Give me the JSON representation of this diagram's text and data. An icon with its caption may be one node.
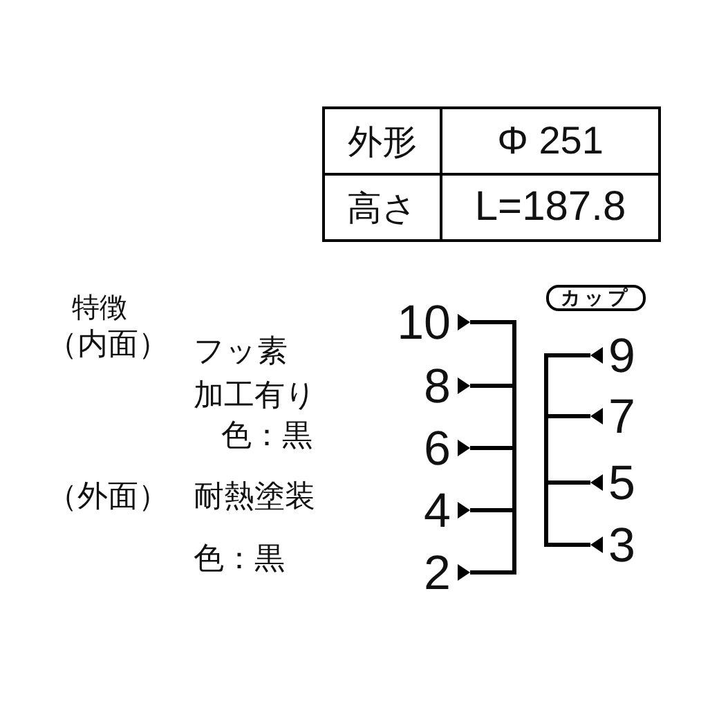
{
  "diagram": {
    "nodes": [
      {
        "text": [
          "カップ"
        ]
      }
    ],
    "labels": [
      "外形",
      "Φ 251",
      "高さ",
      "L=187.8",
      "特徴",
      "（内面）",
      "フッ素加工有り",
      "色：黒",
      "（外面）",
      "耐熱塗装",
      "色：黒",
      "10",
      "8",
      "6",
      "4",
      "2",
      "9",
      "7",
      "5",
      "3"
    ]
  }
}
